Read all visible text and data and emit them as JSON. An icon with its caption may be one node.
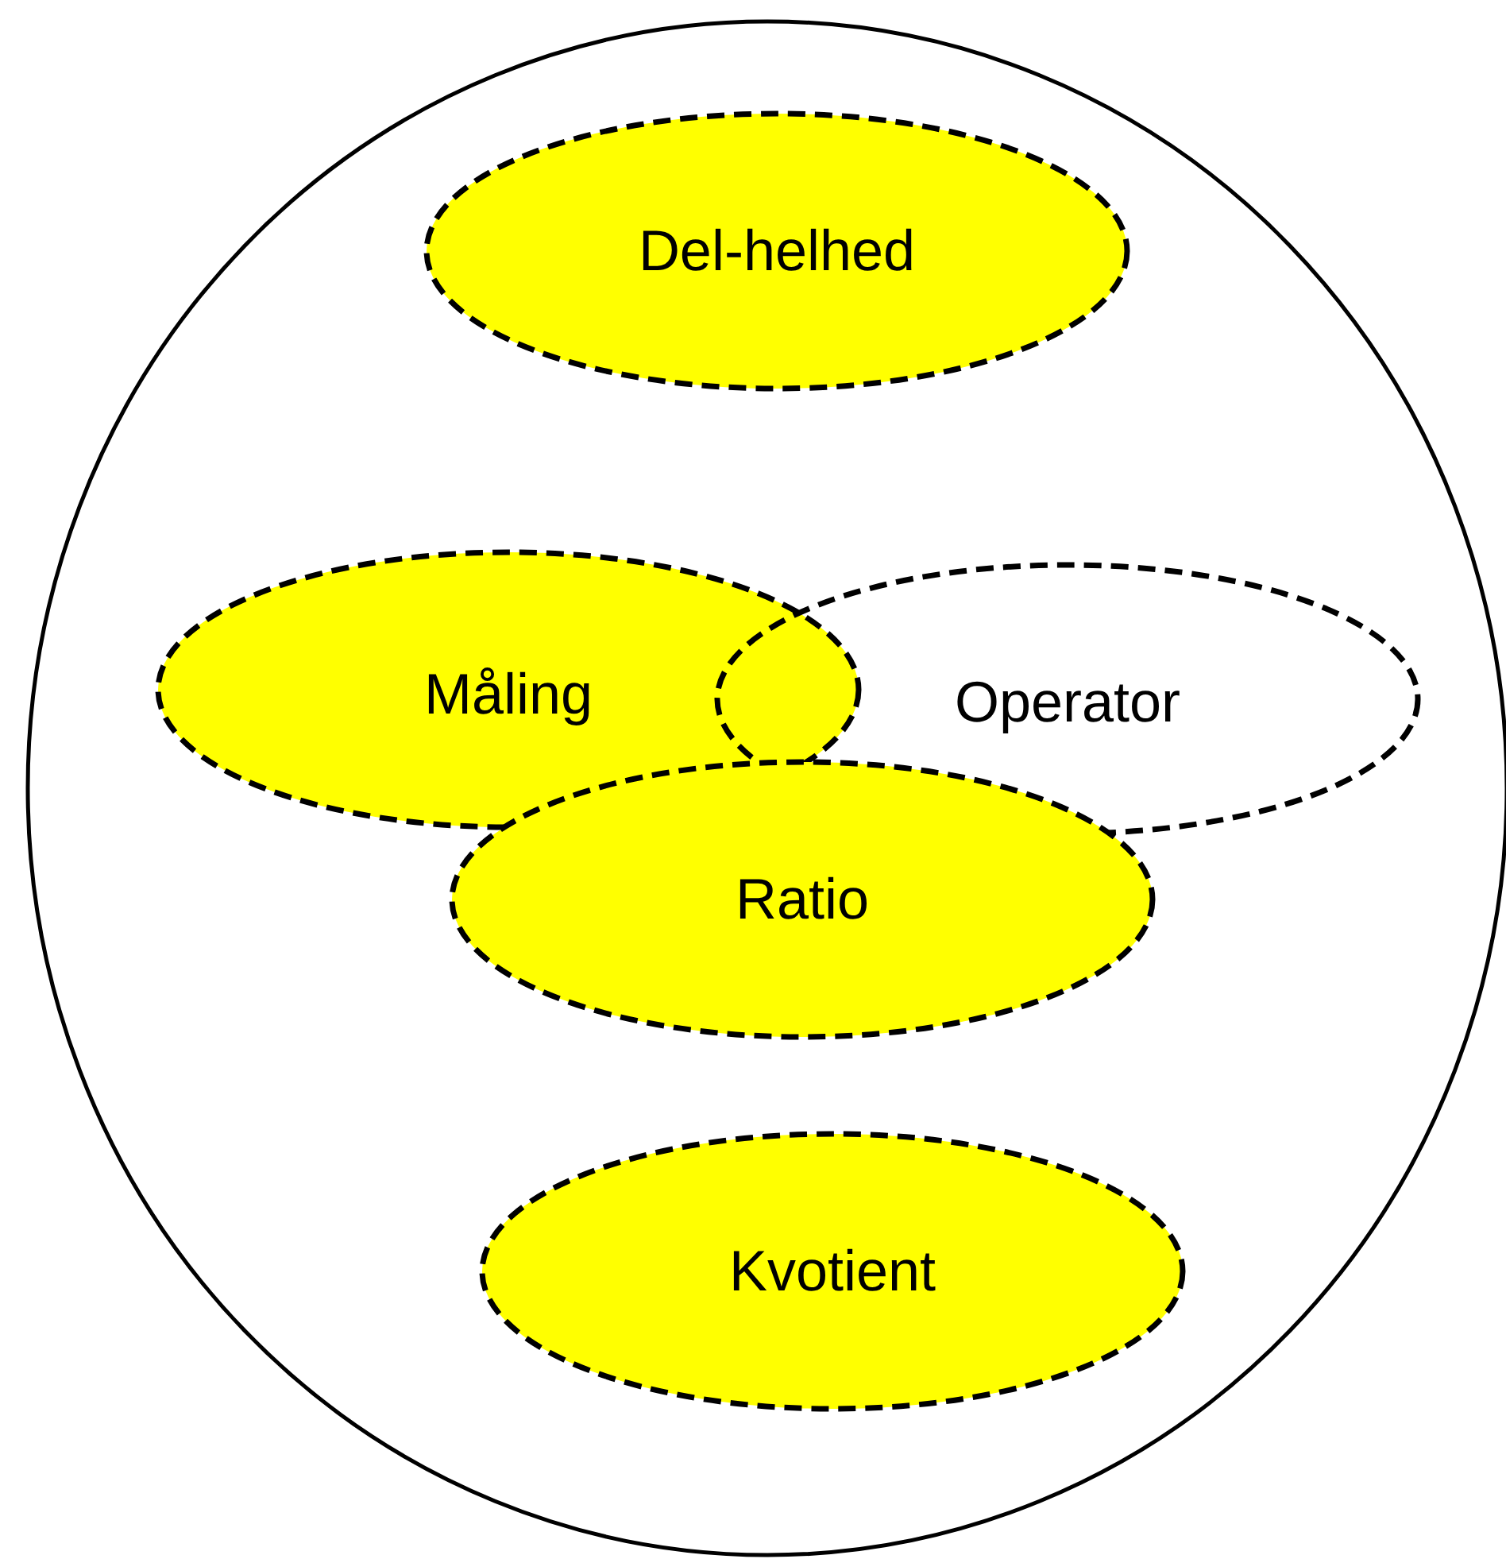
{
  "diagram": {
    "nodes": [
      {
        "text": [],
        "shape": "circle"
      },
      {
        "text": [
          "Del-helhed"
        ],
        "in": 0
      },
      {
        "text": [
          "Måling"
        ],
        "in": 0
      },
      {
        "text": [
          "Operator"
        ],
        "in": 0
      },
      {
        "text": [
          "Ratio"
        ],
        "in": 0
      },
      {
        "text": [
          "Kvotient"
        ],
        "in": 0
      }
    ]
  }
}
